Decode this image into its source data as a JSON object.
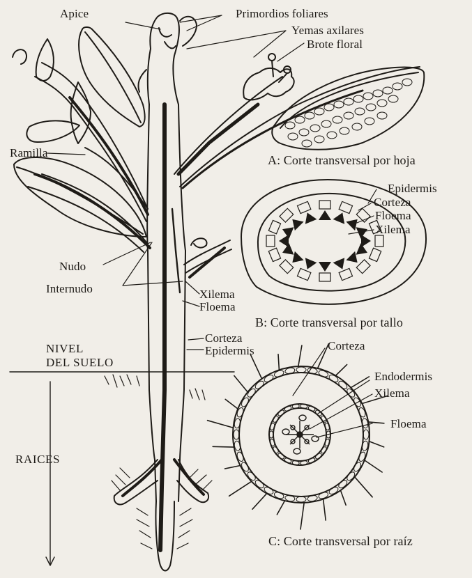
{
  "labels": {
    "apice": "Apice",
    "primordios_foliares": "Primordios foliares",
    "yemas_axilares": "Yemas axilares",
    "brote_floral": "Brote floral",
    "ramilla": "Ramilla",
    "nudo": "Nudo",
    "internudo": "Internudo",
    "xilema_stem": "Xilema",
    "floema_stem": "Floema",
    "corteza_stem": "Corteza",
    "epidermis_stem": "Epidermis",
    "nivel_line1": "NIVEL",
    "nivel_line2": "DEL SUELO",
    "raices": "RAICES"
  },
  "captions": {
    "a": "A: Corte transversal por hoja",
    "b": "B: Corte transversal por tallo",
    "c": "C: Corte transversal por raíz"
  },
  "tallo_labels": {
    "epidermis": "Epidermis",
    "corteza": "Corteza",
    "floema": "Floema",
    "xilema": "Xilema"
  },
  "raiz_labels": {
    "corteza": "Corteza",
    "endodermis": "Endodermis",
    "xilema": "Xilema",
    "floema": "Floema"
  },
  "colors": {
    "paper": "#f1eee8",
    "ink": "#1e1b17"
  }
}
